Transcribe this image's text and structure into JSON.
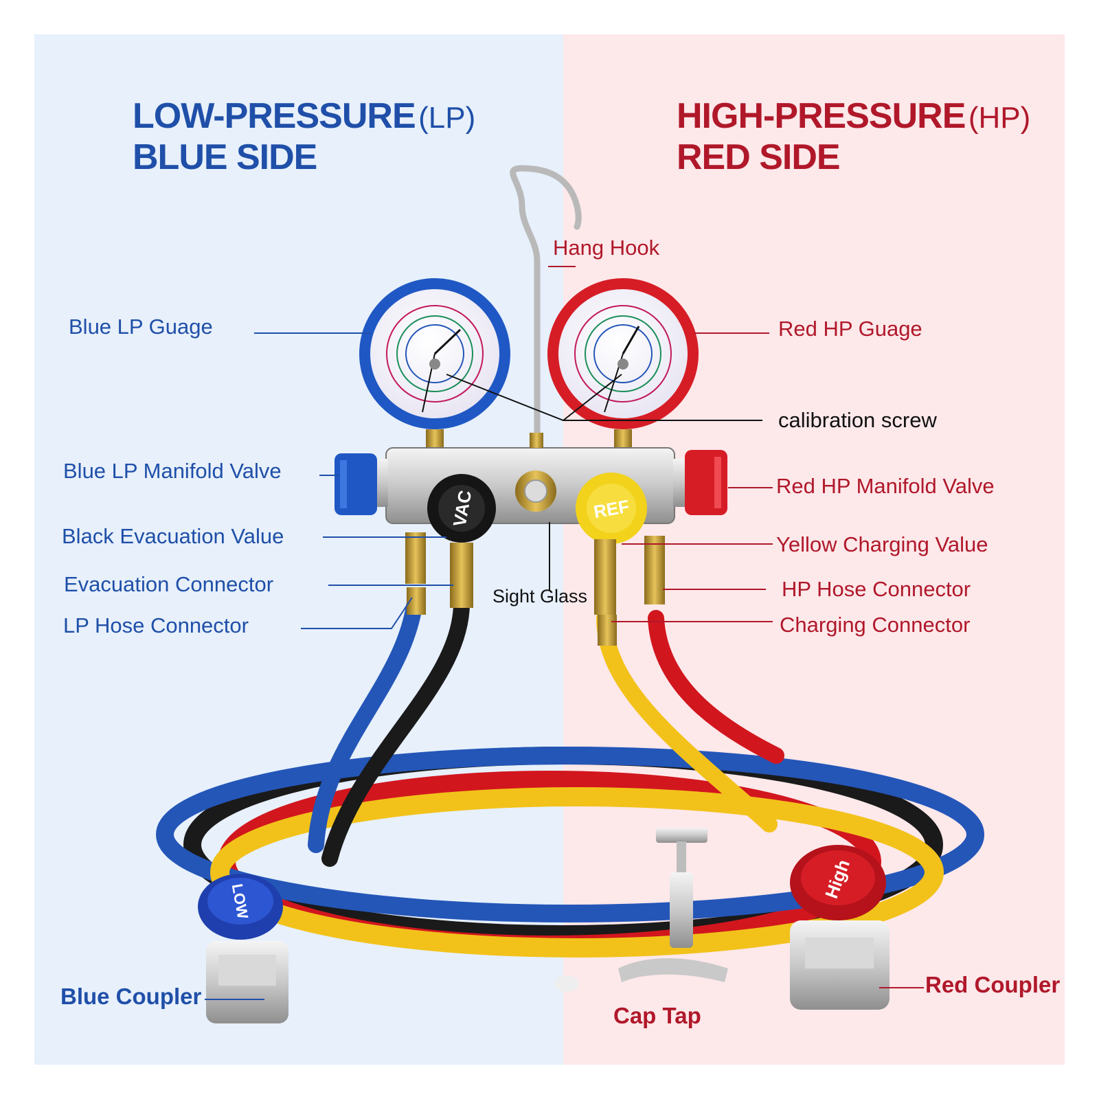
{
  "colors": {
    "left_bg": "#e7f0fb",
    "right_bg": "#fde8ea",
    "blue_text": "#1f4fa8",
    "red_text": "#b0182a",
    "blue_hose": "#2456b8",
    "red_hose": "#d2161e",
    "yellow_hose": "#f2c21a",
    "black_hose": "#1a1a1a"
  },
  "headings": {
    "left_line1": "LOW-PRESSURE",
    "left_paren": "(LP)",
    "left_line2": "BLUE SIDE",
    "right_line1": "HIGH-PRESSURE",
    "right_paren": "(HP)",
    "right_line2": "RED SIDE"
  },
  "labels": {
    "hang_hook": "Hang Hook",
    "blue_lp_gauge": "Blue LP Guage",
    "red_hp_gauge": "Red HP Guage",
    "calibration_screw": "calibration screw",
    "blue_lp_manifold_valve": "Blue LP Manifold Valve",
    "red_hp_manifold_valve": "Red HP Manifold Valve",
    "black_evacuation_value": "Black Evacuation Value",
    "yellow_charging_value": "Yellow Charging Value",
    "evacuation_connector": "Evacuation Connector",
    "hp_hose_connector": "HP Hose Connector",
    "sight_glass": "Sight Glass",
    "lp_hose_connector": "LP Hose Connector",
    "charging_connector": "Charging Connector",
    "blue_coupler": "Blue Coupler",
    "red_coupler": "Red Coupler",
    "cap_tap": "Cap Tap"
  },
  "product_text": {
    "vac_knob": "VAC",
    "ref_knob": "REF",
    "low_coupler": "LOW",
    "high_coupler": "High"
  }
}
